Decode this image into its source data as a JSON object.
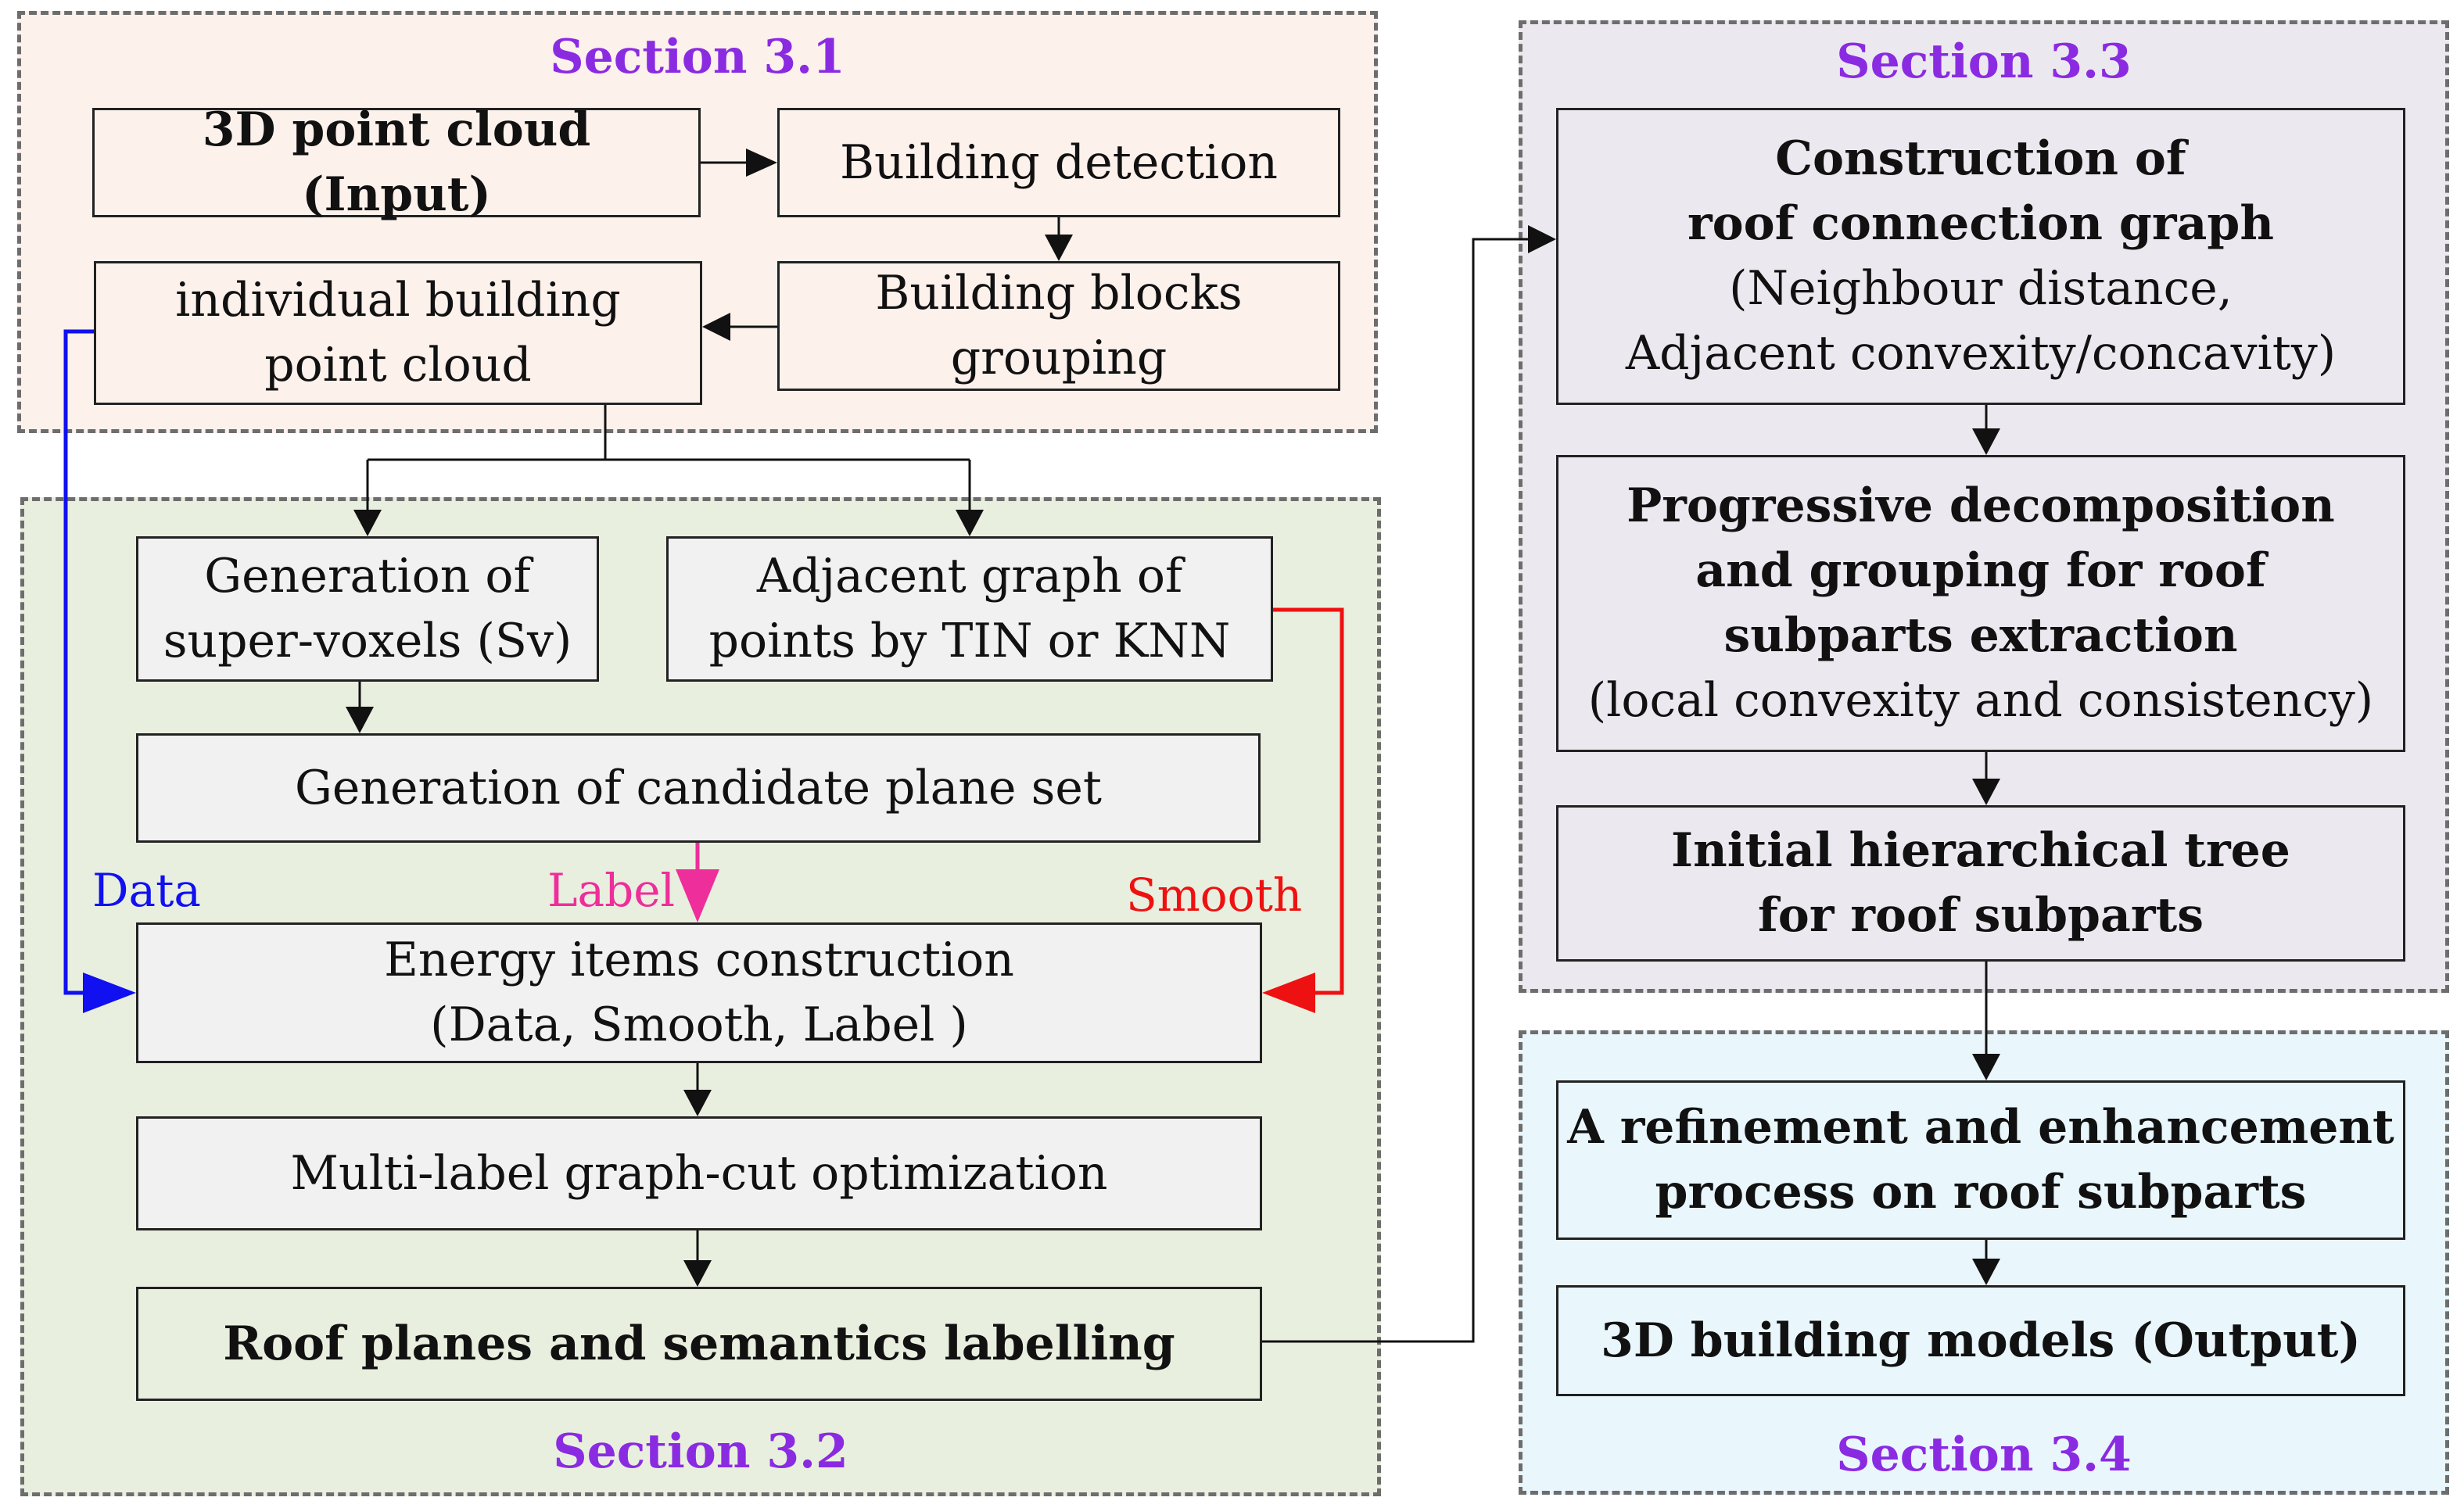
{
  "colors": {
    "section_title": "#8a2be2",
    "section_3_1_bg": "#fdf1ec",
    "section_3_2_bg": "#e9efdf",
    "section_3_3_bg": "#ece8ef",
    "section_3_4_bg": "#e9f6fc",
    "data_arrow": "#1010f0",
    "label_arrow": "#ee2e9a",
    "smooth_arrow": "#ee1111"
  },
  "sections": {
    "s31": "Section 3.1",
    "s32": "Section 3.2",
    "s33": "Section 3.3",
    "s34": "Section 3.4"
  },
  "boxes": {
    "input": "3D point cloud (Input)",
    "building_detection": "Building detection",
    "building_blocks": [
      "Building blocks",
      "grouping"
    ],
    "individual": [
      "individual building",
      "point cloud"
    ],
    "supervoxels": [
      "Generation of",
      "super-voxels (Sv)"
    ],
    "adjacent_graph": [
      "Adjacent graph of",
      "points by TIN or KNN"
    ],
    "candidate": "Generation of candidate plane set",
    "energy": [
      "Energy items construction",
      "(Data, Smooth, Label )"
    ],
    "graph_cut": "Multi-label graph-cut optimization",
    "roof_planes": "Roof planes and semantics labelling",
    "roof_graph": [
      "Construction of",
      "roof connection graph",
      "(Neighbour distance,",
      "Adjacent convexity/concavity)"
    ],
    "progressive": [
      "Progressive decomposition",
      "and grouping for roof",
      "subparts extraction",
      "(local convexity and consistency)"
    ],
    "hier_tree": [
      "Initial hierarchical tree",
      "for roof subparts"
    ],
    "refinement": [
      "A refinement and enhancement",
      "process on roof subparts"
    ],
    "output": "3D building models (Output)"
  },
  "edge_labels": {
    "data": "Data",
    "label": "Label",
    "smooth": "Smooth"
  }
}
